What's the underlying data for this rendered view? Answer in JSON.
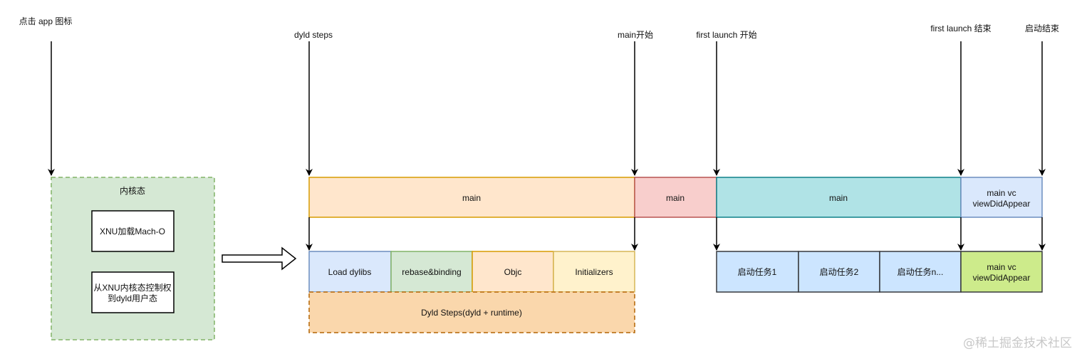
{
  "markers": {
    "tap_icon": "点击 app 图标",
    "dyld_steps": "dyld steps",
    "main_start": "main开始",
    "first_launch_start": "first launch 开始",
    "first_launch_end": "first launch 结束",
    "launch_end": "启动结束"
  },
  "kernel": {
    "title": "内核态",
    "step1": "XNU加载Mach-O",
    "step2_line1": "从XNU内核态控制权",
    "step2_line2": "到dyld用户态"
  },
  "timeline": {
    "main_pre": "main",
    "main_mid": "main",
    "main_post": "main",
    "vc_line1": "main vc",
    "vc_line2": "viewDidAppear"
  },
  "dyld": {
    "load_dylibs": "Load dylibs",
    "rebase_binding": "rebase&binding",
    "objc": "Objc",
    "initializers": "Initializers",
    "summary": "Dyld Steps(dyld + runtime)"
  },
  "tasks": {
    "task1": "启动任务1",
    "task2": "启动任务2",
    "taskn": "启动任务n...",
    "vc_line1": "main vc",
    "vc_line2": "viewDidAppear"
  },
  "watermark": "@稀土掘金技术社区",
  "colors": {
    "kernel_fill": "#d5e8d4",
    "kernel_stroke": "#82b366",
    "orange_fill": "#ffe6cc",
    "orange_stroke": "#d79b00",
    "red_fill": "#f8cecc",
    "red_stroke": "#b85450",
    "teal_fill": "#b0e3e6",
    "teal_stroke": "#0e8088",
    "blue_fill": "#dae8fc",
    "blue_stroke": "#6c8ebf",
    "yellow_fill": "#fff2cc",
    "yellow_stroke": "#d6b656",
    "task_fill": "#cce5ff",
    "task_stroke": "#36393d",
    "lime_fill": "#cdeb8b",
    "summary_fill": "#fad7ac",
    "summary_stroke": "#b46504"
  }
}
